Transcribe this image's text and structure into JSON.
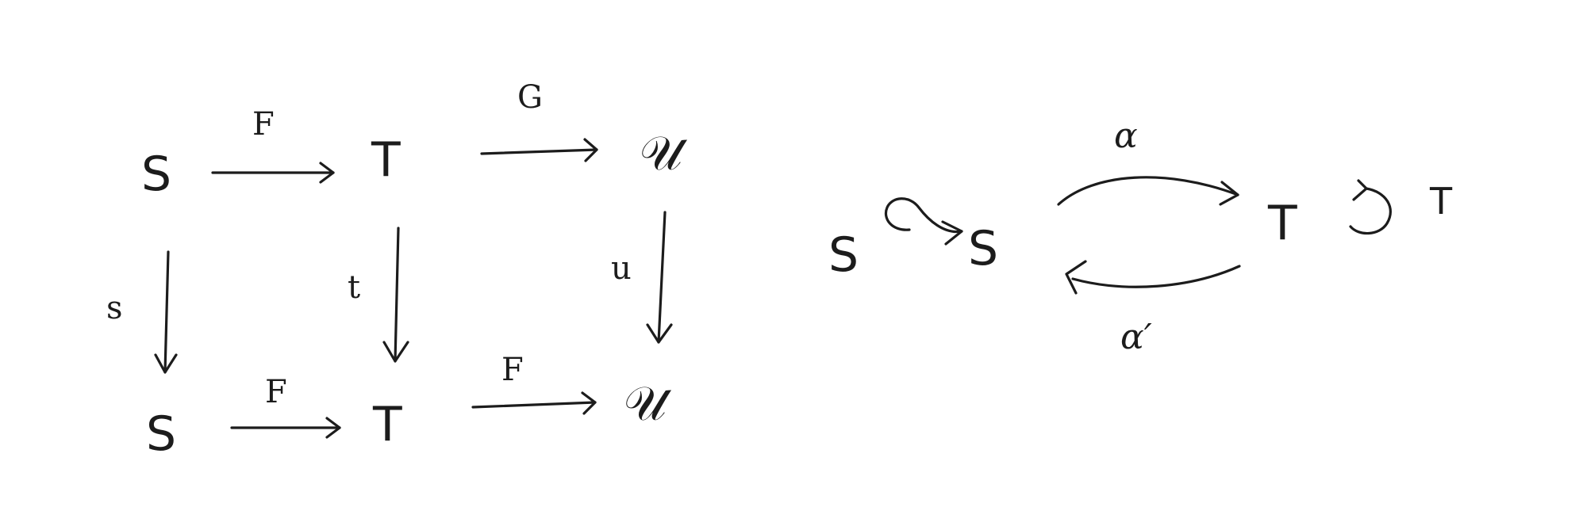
{
  "objects": {
    "s_top": "S",
    "t_top": "T",
    "u_top": "𝒰",
    "s_bottom": "S",
    "t_bottom": "T",
    "u_bottom": "𝒰",
    "s_endo": "S",
    "s_endo_target": "S",
    "t_endo": "T",
    "t_endo_target": "T"
  },
  "labels": {
    "f_top": "F",
    "g_top": "G",
    "s_vert": "s",
    "t_vert": "t",
    "u_vert": "u",
    "f_bottom_left": "F",
    "f_bottom_right": "F",
    "alpha": "α",
    "alpha_prime": "α′"
  }
}
